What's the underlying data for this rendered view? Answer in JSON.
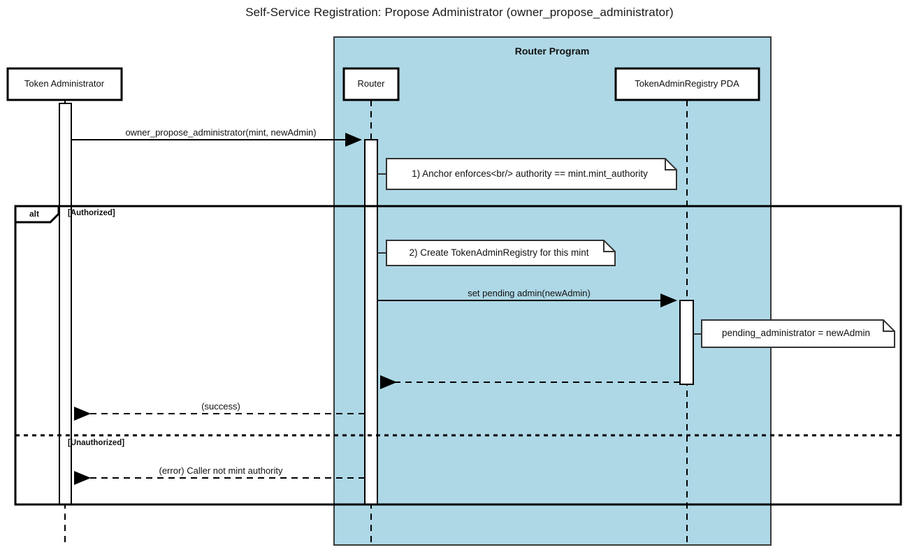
{
  "diagram": {
    "type": "sequence",
    "title": "Self-Service Registration: Propose Administrator (owner_propose_administrator)",
    "colors": {
      "group_fill": "#aed8e6",
      "group_stroke": "#333333",
      "box_fill": "#ffffff",
      "box_stroke": "#000000",
      "note_fill": "#ffffff",
      "note_stroke": "#333333",
      "line": "#000000",
      "background": "#ffffff"
    }
  },
  "groups": [
    {
      "name": "router-program-group",
      "label": "Router Program",
      "members": [
        "Router",
        "TokenAdminRegistry PDA"
      ]
    }
  ],
  "participants": [
    {
      "id": "tokenAdmin",
      "label": "Token Administrator",
      "in_group": false
    },
    {
      "id": "router",
      "label": "Router",
      "in_group": true
    },
    {
      "id": "pda",
      "label": "TokenAdminRegistry PDA",
      "in_group": true
    }
  ],
  "messages": [
    {
      "index": 1,
      "label": "owner_propose_administrator(mint, newAdmin)",
      "from": "tokenAdmin",
      "to": "router",
      "style": "solid",
      "arrow": "filled",
      "direction": "right"
    },
    {
      "index": 2,
      "label": "set pending admin(newAdmin)",
      "from": "router",
      "to": "pda",
      "style": "solid",
      "arrow": "filled",
      "direction": "right"
    },
    {
      "index": 3,
      "label": "",
      "from": "pda",
      "to": "router",
      "style": "dashed",
      "arrow": "filled",
      "direction": "left"
    },
    {
      "index": 4,
      "label": "(success)",
      "from": "router",
      "to": "tokenAdmin",
      "style": "dashed",
      "arrow": "filled",
      "direction": "left"
    },
    {
      "index": 5,
      "label": "(error) Caller not mint authority",
      "from": "router",
      "to": "tokenAdmin",
      "style": "dashed",
      "arrow": "filled",
      "direction": "left"
    }
  ],
  "notes": [
    {
      "id": "note-anchor-enforces",
      "text": "1) Anchor enforces<br/> authority == mint.mint_authority",
      "anchor": "router",
      "side": "right"
    },
    {
      "id": "note-create-registry",
      "text": "2) Create TokenAdminRegistry for this mint",
      "anchor": "router",
      "side": "right"
    },
    {
      "id": "note-pending-administrator",
      "text": "pending_administrator = newAdmin",
      "anchor": "pda",
      "side": "right"
    }
  ],
  "fragments": [
    {
      "id": "alt-authorization",
      "operator": "alt",
      "sections": [
        {
          "guard": "[Authorized]"
        },
        {
          "guard": "[Unauthorized]"
        }
      ]
    }
  ]
}
